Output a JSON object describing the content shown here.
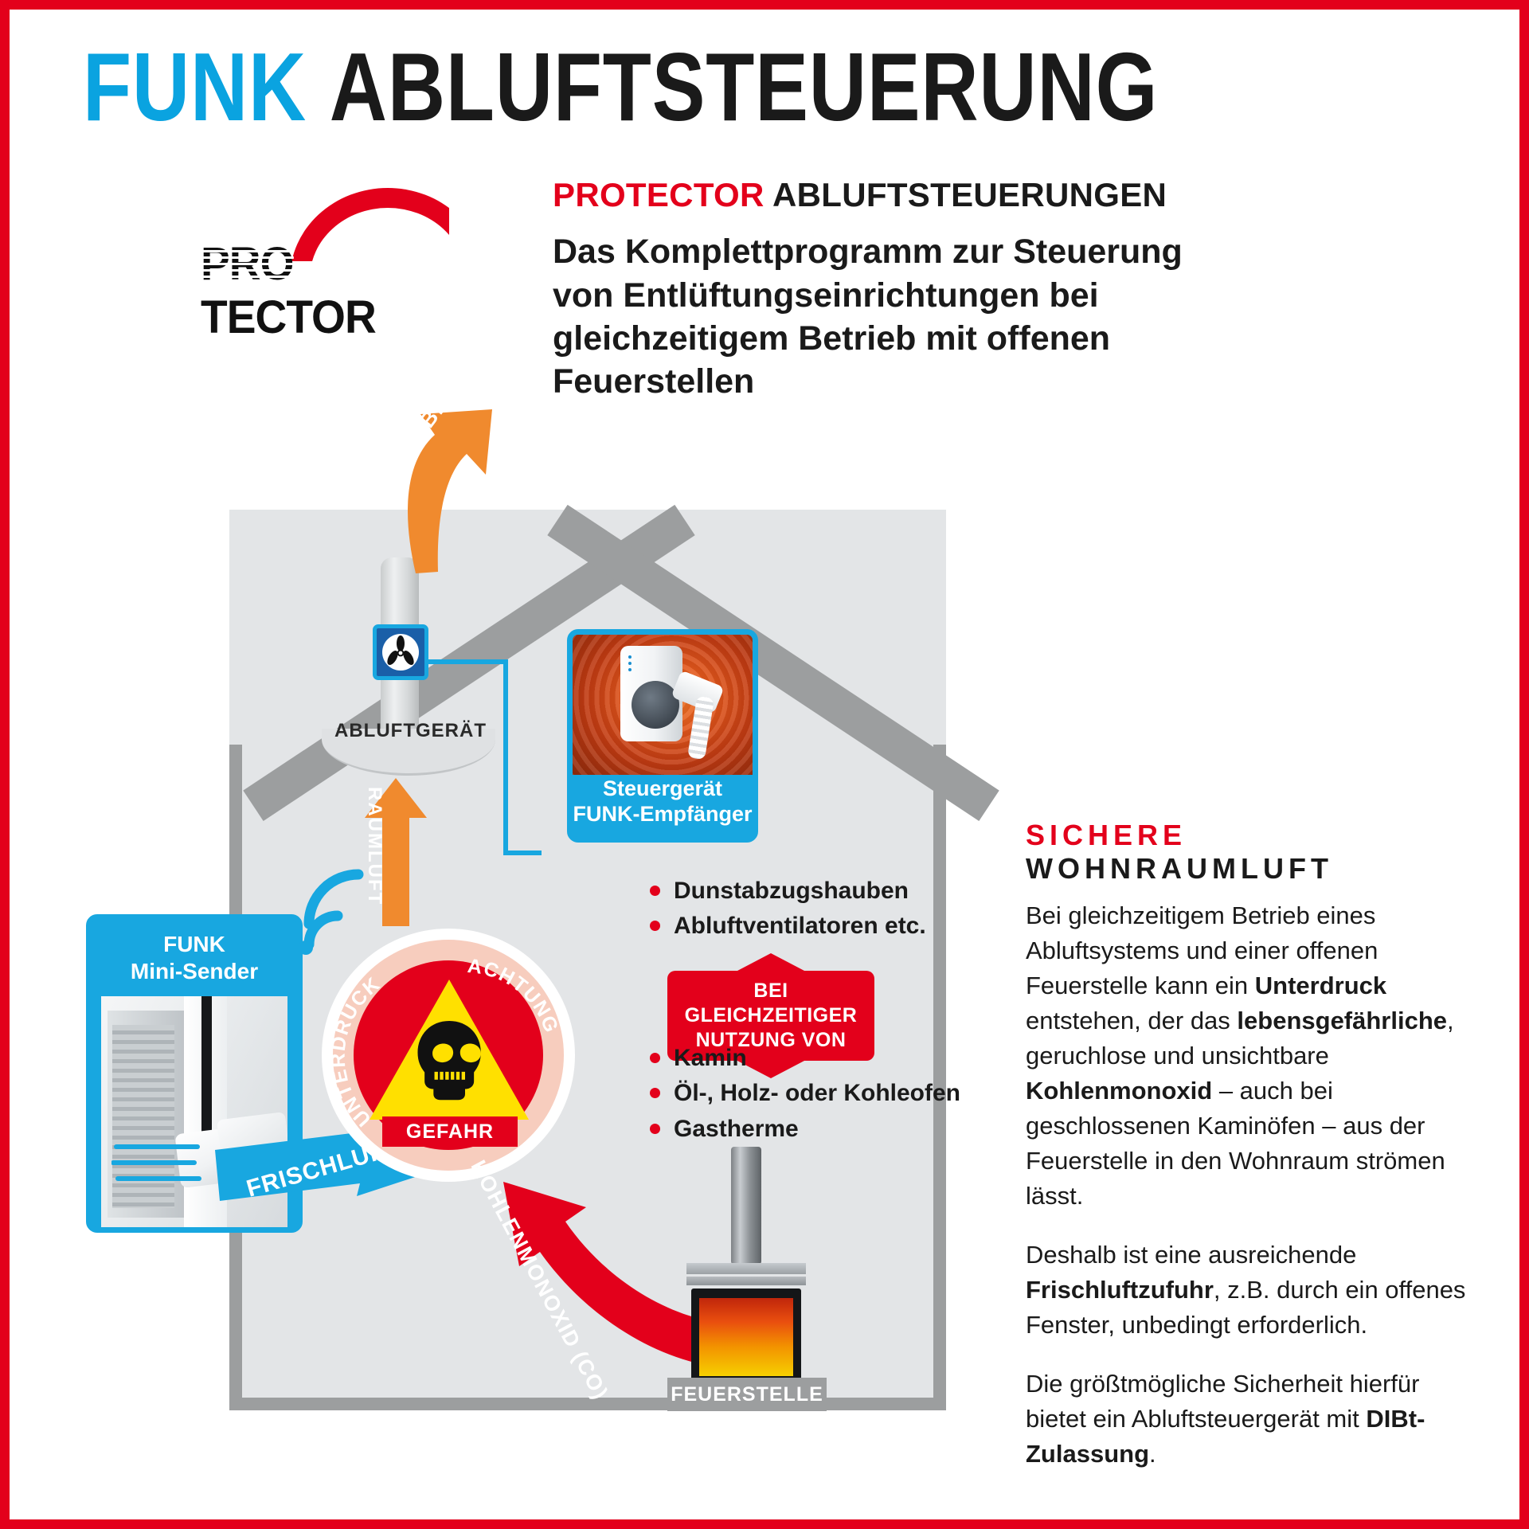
{
  "title": {
    "part1": "FUNK",
    "part2": "ABLUFTSTEUERUNG"
  },
  "logo": {
    "stripe_part": "PRO",
    "solid_part": "TECTOR",
    "swoosh_color": "#e3001b"
  },
  "header": {
    "eyebrow_red": "PROTECTOR",
    "eyebrow_black": "ABLUFTSTEUERUNGEN",
    "subhead": "Das Komplettprogramm zur Steuerung von Entlüftungseinrichtungen bei gleichzeitigem Betrieb mit offenen Feuerstellen"
  },
  "diagram": {
    "abluft_label": "ABLUFT",
    "raumluft_label": "RAUMLUFT",
    "abluftgeraet_label": "ABLUFTGERÄT",
    "frischluft_label": "FRISCHLUFT",
    "kohlenmonoxid_label": "KOHLENMONOXID (CO)",
    "feuerstelle_label": "FEUERSTELLE",
    "steuergeraet_card": {
      "line1": "Steuergerät",
      "line2": "FUNK-Empfänger"
    },
    "minisender_card": {
      "line1": "FUNK",
      "line2": "Mini-Sender"
    },
    "danger_sign": {
      "left_text": "UNTERDRUCK",
      "right_text": "ACHTUNG",
      "bottom_text": "GEFAHR"
    }
  },
  "bullets_top": [
    "Dunstabzugshauben",
    "Abluftventilatoren etc."
  ],
  "banner": {
    "line1": "BEI GLEICHZEITIGER",
    "line2": "NUTZUNG VON"
  },
  "bullets_bottom": [
    "Kamin",
    "Öl-, Holz- oder Kohleofen",
    "Gastherme"
  ],
  "right_column": {
    "heading_red": "SICHERE",
    "heading_black": "WOHNRAUMLUFT",
    "p1_a": "Bei gleichzeitigem Betrieb eines Abluftsystems und einer offenen Feuerstelle kann ein ",
    "p1_b": "Unterdruck",
    "p1_c": " entstehen, der das ",
    "p1_d": "lebensgefährliche",
    "p1_e": ", geruchlose und unsichtbare ",
    "p1_f": "Kohlenmonoxid",
    "p1_g": " – auch bei geschlossenen Kaminöfen – aus der Feuerstelle in den Wohnraum strömen lässt.",
    "p2_a": "Deshalb ist eine ausreichende ",
    "p2_b": "Frischluftzufuhr",
    "p2_c": ", z.B. durch ein offenes Fenster, unbedingt erforderlich.",
    "p3_a": "Die größtmögliche Sicherheit hierfür bietet ein Abluftsteuergerät mit ",
    "p3_b": "DIBt-Zulassung",
    "p3_c": "."
  },
  "colors": {
    "brand_red": "#e3001b",
    "brand_blue": "#18a7e0",
    "orange": "#f08a2e",
    "house_gray": "#e3e5e7",
    "roof_gray": "#9c9e9f",
    "warning_yellow": "#ffe000"
  },
  "icons": {
    "fan": "fan-icon",
    "skull": "skull-icon",
    "radio_waves": "radio-waves-icon"
  }
}
